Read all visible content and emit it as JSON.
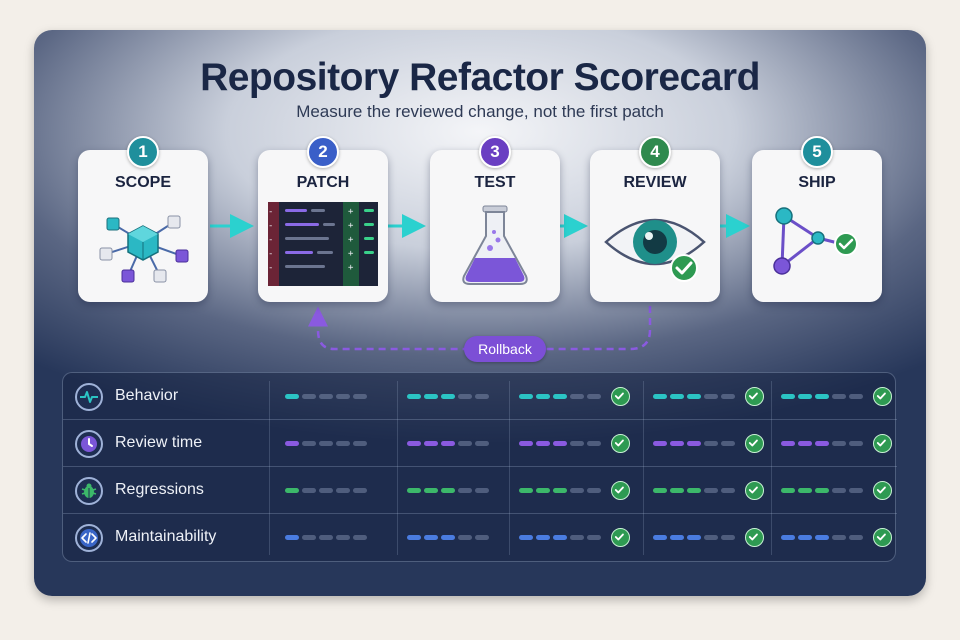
{
  "title": "Repository Refactor Scorecard",
  "subtitle": "Measure the reviewed change, not the first patch",
  "stages": [
    {
      "number": "1",
      "label": "SCOPE",
      "color": "#1f8f9c",
      "icon": "module-graph-icon"
    },
    {
      "number": "2",
      "label": "PATCH",
      "color": "#3a5fc8",
      "icon": "code-diff-icon"
    },
    {
      "number": "3",
      "label": "TEST",
      "color": "#6a3fc2",
      "icon": "flask-icon"
    },
    {
      "number": "4",
      "label": "REVIEW",
      "color": "#2f8a4e",
      "icon": "eye-check-icon"
    },
    {
      "number": "5",
      "label": "SHIP",
      "color": "#1f8f9c",
      "icon": "deploy-graph-check-icon"
    }
  ],
  "loop_label": "Rollback",
  "metrics": [
    {
      "label": "Behavior",
      "icon": "pulse-icon",
      "color": "#2bc4c4",
      "levels": [
        {
          "filled": 1,
          "check": false
        },
        {
          "filled": 3,
          "check": false
        },
        {
          "filled": 3,
          "check": true
        },
        {
          "filled": 3,
          "check": true
        },
        {
          "filled": 3,
          "check": true
        }
      ]
    },
    {
      "label": "Review time",
      "icon": "clock-icon",
      "color": "#8a5ae0",
      "levels": [
        {
          "filled": 1,
          "check": false
        },
        {
          "filled": 3,
          "check": false
        },
        {
          "filled": 3,
          "check": true
        },
        {
          "filled": 3,
          "check": true
        },
        {
          "filled": 3,
          "check": true
        }
      ]
    },
    {
      "label": "Regressions",
      "icon": "bug-icon",
      "color": "#3cb86a",
      "levels": [
        {
          "filled": 1,
          "check": false
        },
        {
          "filled": 3,
          "check": false
        },
        {
          "filled": 3,
          "check": true
        },
        {
          "filled": 3,
          "check": true
        },
        {
          "filled": 3,
          "check": true
        }
      ]
    },
    {
      "label": "Maintainability",
      "icon": "code-brackets-icon",
      "color": "#4a7ce0",
      "levels": [
        {
          "filled": 1,
          "check": false
        },
        {
          "filled": 3,
          "check": false
        },
        {
          "filled": 3,
          "check": true
        },
        {
          "filled": 3,
          "check": true
        },
        {
          "filled": 3,
          "check": true
        }
      ]
    }
  ]
}
